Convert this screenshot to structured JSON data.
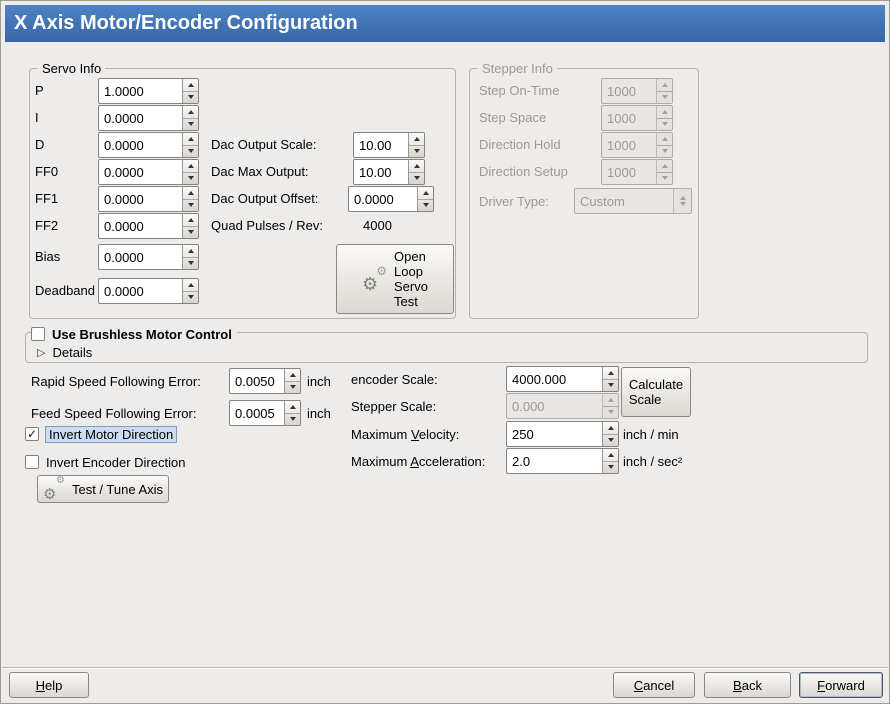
{
  "icons": {
    "gear": "⚙",
    "check": "✓",
    "expander": "▷"
  },
  "window": {
    "title": "X Axis Motor/Encoder Configuration"
  },
  "servo_info": {
    "title": "Servo Info",
    "pid_rows": [
      {
        "label": "P",
        "value": "1.0000"
      },
      {
        "label": "I",
        "value": "0.0000"
      },
      {
        "label": "D",
        "value": "0.0000"
      },
      {
        "label": "FF0",
        "value": "0.0000"
      },
      {
        "label": "FF1",
        "value": "0.0000"
      },
      {
        "label": "FF2",
        "value": "0.0000"
      },
      {
        "label": "Bias",
        "value": "0.0000"
      },
      {
        "label": "Deadband",
        "value": "0.0000"
      }
    ],
    "dac_rows": [
      {
        "label": "Dac Output Scale:",
        "value": "10.00"
      },
      {
        "label": "Dac Max Output:",
        "value": "10.00"
      },
      {
        "label": "Dac Output Offset:",
        "value": "0.0000"
      }
    ],
    "quad": {
      "label": "Quad Pulses / Rev:",
      "value": "4000"
    },
    "open_loop_button": {
      "line1": "Open",
      "line2": "Loop",
      "line3": "Servo",
      "line4": "Test"
    }
  },
  "stepper_info": {
    "title": "Stepper Info",
    "rows": [
      {
        "label": "Step On-Time",
        "value": "1000"
      },
      {
        "label": "Step Space",
        "value": "1000"
      },
      {
        "label": "Direction Hold",
        "value": "1000"
      },
      {
        "label": "Direction Setup",
        "value": "1000"
      }
    ],
    "driver_type": {
      "label": "Driver Type:",
      "value": "Custom"
    }
  },
  "brushless": {
    "checkbox_label": "Use Brushless Motor Control",
    "details_label": "Details"
  },
  "tuning": {
    "rapid_error": {
      "label": "Rapid Speed Following Error:",
      "value": "0.0050",
      "unit": "inch"
    },
    "feed_error": {
      "label": "Feed Speed Following Error:",
      "value": "0.0005",
      "unit": "inch"
    },
    "encoder_scale": {
      "label": "encoder Scale:",
      "value": "4000.000"
    },
    "calculate_button": {
      "line1": "Calculate",
      "line2": "Scale"
    },
    "stepper_scale": {
      "label": "Stepper Scale:",
      "value": "0.000"
    },
    "max_velocity": {
      "label": {
        "pre": "Maximum ",
        "key": "V",
        "post": "elocity:"
      },
      "value": "250",
      "unit": "inch / min"
    },
    "max_accel": {
      "label": {
        "pre": "Maximum ",
        "key": "A",
        "post": "cceleration:"
      },
      "value": "2.0",
      "unit": "inch / sec²"
    },
    "invert_motor_label": "Invert Motor Direction",
    "invert_encoder_label": "Invert Encoder Direction",
    "test_axis_button": "Test / Tune Axis"
  },
  "footer": {
    "help": {
      "pre": "",
      "key": "H",
      "post": "elp"
    },
    "cancel": {
      "pre": "",
      "key": "C",
      "post": "ancel"
    },
    "back": {
      "pre": "",
      "key": "B",
      "post": "ack"
    },
    "forward": {
      "pre": "",
      "key": "F",
      "post": "orward"
    }
  }
}
